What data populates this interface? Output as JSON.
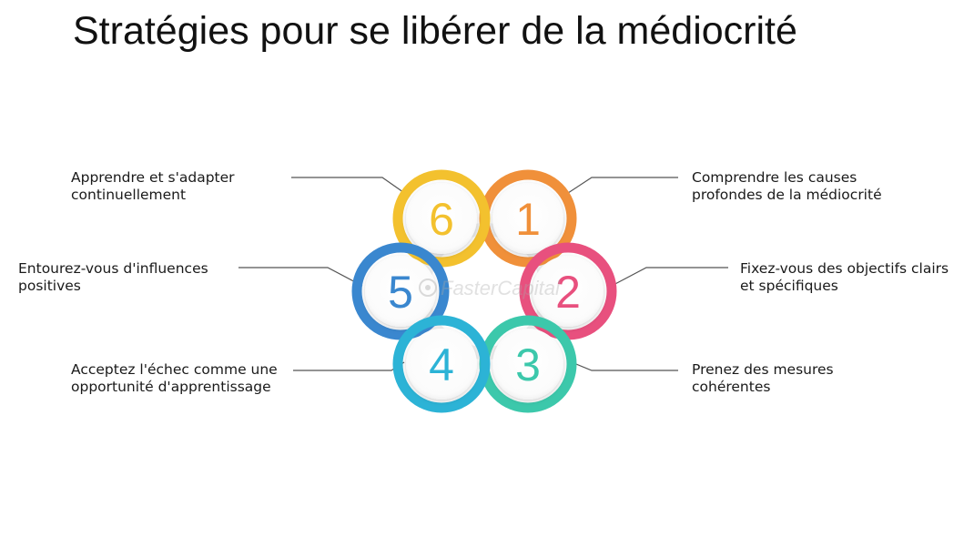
{
  "title": "Stratégies pour se libérer de la médiocrité",
  "watermark": "FasterCapital",
  "steps": [
    {
      "number": "1",
      "color": "#f0903a",
      "lines": [
        "Comprendre les causes",
        "profondes de la médiocrité"
      ]
    },
    {
      "number": "2",
      "color": "#e8507e",
      "lines": [
        "Fixez-vous des objectifs clairs",
        "et spécifiques"
      ]
    },
    {
      "number": "3",
      "color": "#3cc8ab",
      "lines": [
        "Prenez des mesures",
        "cohérentes"
      ]
    },
    {
      "number": "4",
      "color": "#2cb3d6",
      "lines": [
        "Acceptez l'échec comme une",
        "opportunité d'apprentissage"
      ]
    },
    {
      "number": "5",
      "color": "#3a87cf",
      "lines": [
        "Entourez-vous d'influences",
        "positives"
      ]
    },
    {
      "number": "6",
      "color": "#f3c12e",
      "lines": [
        "Apprendre et s'adapter",
        "continuellement"
      ]
    }
  ]
}
